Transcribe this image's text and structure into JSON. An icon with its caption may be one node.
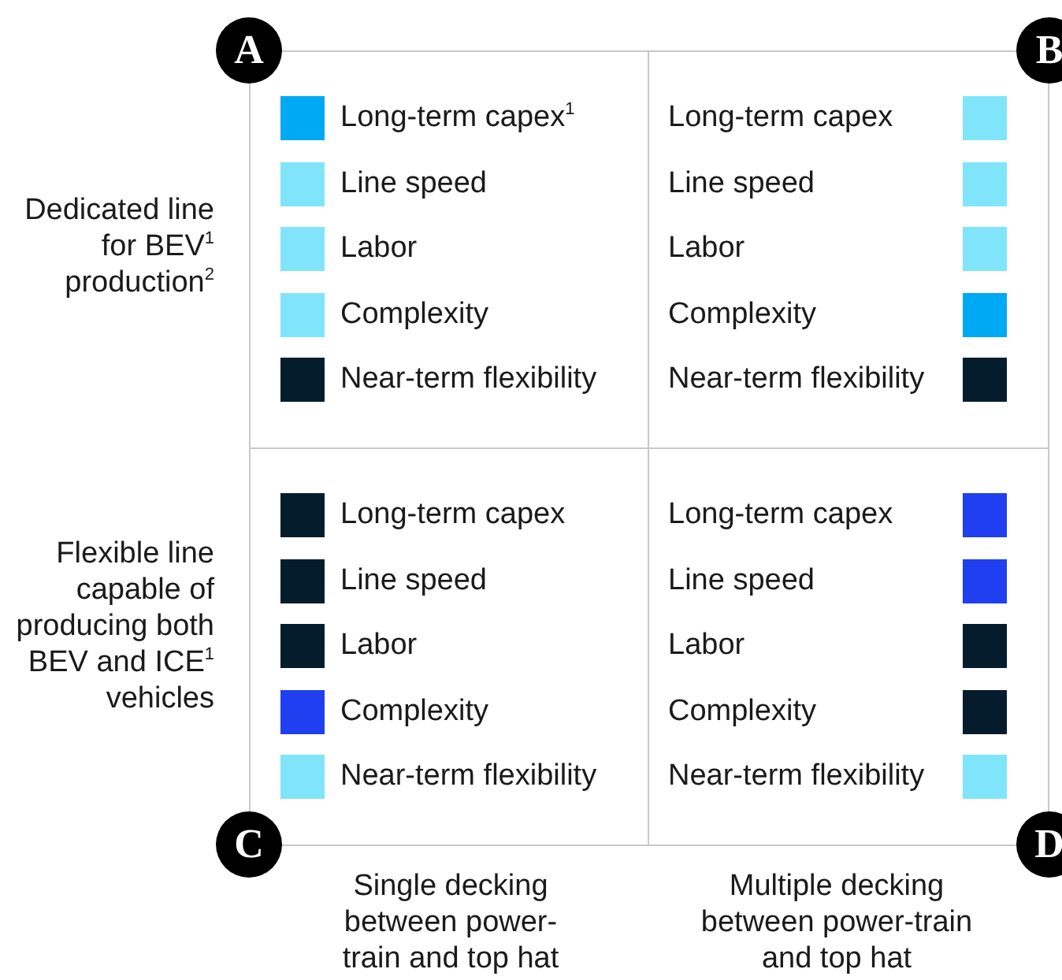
{
  "diagram": {
    "nodes": [
      {
        "text": [
          "A"
        ]
      },
      {
        "text": [
          "B"
        ]
      },
      {
        "text": [],
        "shape": "box"
      },
      {
        "text": [
          "Long-term capex$^{1}$"
        ],
        "in": 2
      },
      {
        "text": [
          "Line speed"
        ],
        "in": 2
      },
      {
        "text": [
          "Labor"
        ],
        "in": 2
      },
      {
        "text": [
          "Complexity"
        ],
        "in": 2
      },
      {
        "text": [
          "Near-term flexibility"
        ],
        "in": 2
      },
      {
        "text": [],
        "shape": "box"
      },
      {
        "text": [
          "Long-term capex"
        ],
        "in": 8
      },
      {
        "text": [
          "Line speed"
        ],
        "in": 8
      },
      {
        "text": [
          "Labor"
        ],
        "in": 8
      },
      {
        "text": [
          "Complexity"
        ],
        "in": 8
      },
      {
        "text": [
          "Near-term flexibility"
        ],
        "in": 8
      },
      {
        "text": [],
        "shape": "box"
      },
      {
        "text": [
          "Long-term capex"
        ],
        "in": 14
      },
      {
        "text": [
          "Line speed"
        ],
        "in": 14
      },
      {
        "text": [
          "Labor"
        ],
        "in": 14
      },
      {
        "text": [
          "Complexity"
        ],
        "in": 14
      },
      {
        "text": [
          "Near-term flexibility"
        ],
        "in": 14
      },
      {
        "text": [],
        "shape": "box"
      },
      {
        "text": [
          "Long-term capex"
        ],
        "in": 20
      },
      {
        "text": [
          "Line speed"
        ],
        "in": 20
      },
      {
        "text": [
          "Labor"
        ],
        "in": 20
      },
      {
        "text": [
          "Complexity"
        ],
        "in": 20
      },
      {
        "text": [
          "Near-term flexibility"
        ],
        "in": 20
      },
      {
        "text": [
          "C"
        ]
      },
      {
        "text": [
          "D"
        ]
      }
    ],
    "labels": [
      "Dedicated line for BEV$^{1}$ production$^{2}$",
      "Flexible line capable of producing both BEV and ICE$^{1}$ vehicles",
      "Single decking between power-train and top hat",
      "Multiple decking between power-train and top hat"
    ]
  }
}
